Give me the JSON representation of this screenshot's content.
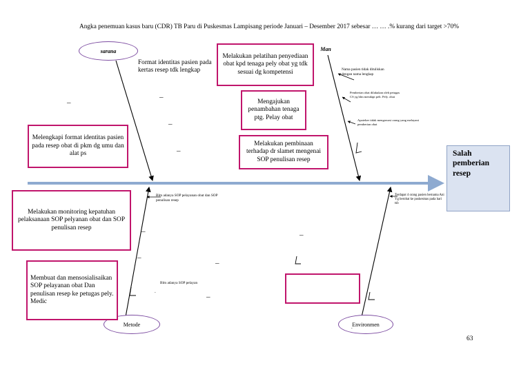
{
  "title": "Angka penemuan kasus baru (CDR) TB Paru di Puskesmas Lampisang periode Januari – Desember 2017 sebesar … … .% kurang dari target >70%",
  "head": "Salah pemberian resep",
  "categories": {
    "sarana": "sarana",
    "man": "Man",
    "metode": "Metode",
    "environment": "Environmen"
  },
  "causes": {
    "sarana_1": "Format identitas pasien pada kertas resep tdk lengkap",
    "man_1": "Nama pasien tidak dituliskan dengan nama lengkap",
    "man_2": "Pemberian obat dilakukan oleh petugas CS yg blm mendapt pelt. Pely. obat",
    "man_3": "Apoteker tidak mengawasi orang yang melayani pemberian obat",
    "metode_1": "Blm adanya SOP pelayanan obat dan SOP penulisan resep",
    "metode_2": "Blm adanya SOP pelayan",
    "env_1": "Terdapat 4 orang pasien bernama Ani Yg berobat ke puskesmas pada hari tsb"
  },
  "solutions": {
    "sarana": "Melengkapi format identitas pasien pada resep obat di pkm dg umu dan alat ps",
    "man_1": "Melakukan pelatihan penyediaan obat kpd tenaga pely obat yg tdk sesuai dg kompetensi",
    "man_2": "Mengajukan penambahan tenaga ptg. Pelay obat",
    "man_3": "Melakukan pembinaan terhadap dr slamet mengenai SOP penulisan resep",
    "metode_1": "Melakukan monitoring kepatuhan pelaksanaan SOP pelyanan obat dan SOP penulisan resep",
    "metode_2": "Membuat dan mensosialisaikan SOP pelayanan obat Dan penulisan resep ke petugas pely. Medic",
    "env_box": ""
  },
  "page_number": "63",
  "colors": {
    "box_border": "#c0146b",
    "oval_border": "#7b4aa0",
    "spine": "#8eaad0",
    "head_fill": "#dbe3f1"
  }
}
